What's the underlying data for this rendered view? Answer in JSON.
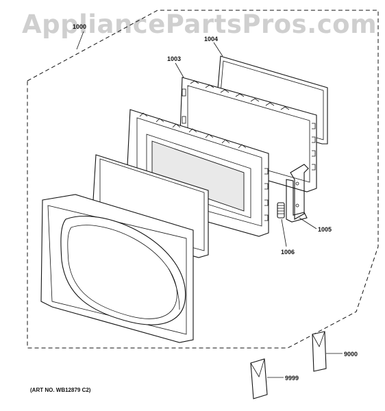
{
  "watermark": {
    "text": "AppliancePartsPros.com"
  },
  "art_number": "(ART NO. WB12879 C2)",
  "callouts": {
    "door_assembly": "1000",
    "choke_cover": "1003",
    "door_panel": "1004",
    "latch_hook": "1005",
    "spring": "1006",
    "literature_9000": "9000",
    "literature_9999": "9999"
  }
}
